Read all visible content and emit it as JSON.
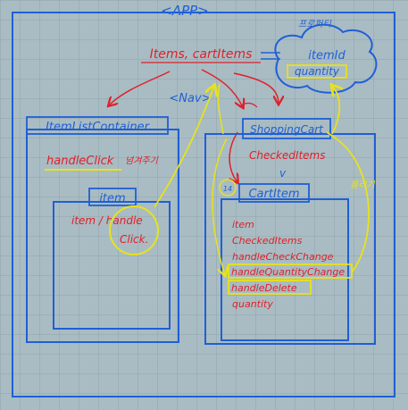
{
  "app": {
    "title": "<APP>"
  },
  "state": {
    "label": "Items, cartItems"
  },
  "cloud": {
    "note": "프로퍼티",
    "fields": [
      "itemId",
      "quantity"
    ]
  },
  "nav": {
    "label": "<Nav>"
  },
  "item_list_container": {
    "title": "ItemListContainer",
    "handler": "handleClick",
    "handler_note": "넘겨주기",
    "item": {
      "title": "item",
      "props": [
        "item / handle",
        "Click."
      ]
    }
  },
  "shopping_cart": {
    "title": "ShoppingCart",
    "prop": "CheckedItems",
    "side_note": "올리기",
    "badge": "14",
    "cart_item": {
      "title": "CartItem",
      "props": [
        "item",
        "CheckedItems",
        "handleCheckChange",
        "handleQuantityChange",
        "handleDelete",
        "quantity"
      ]
    }
  },
  "colors": {
    "background": "#a9bcc3",
    "grid": "#8fa3ab",
    "blue": "#1f5fd6",
    "red": "#e0202a",
    "yellow": "#e8e21c"
  }
}
